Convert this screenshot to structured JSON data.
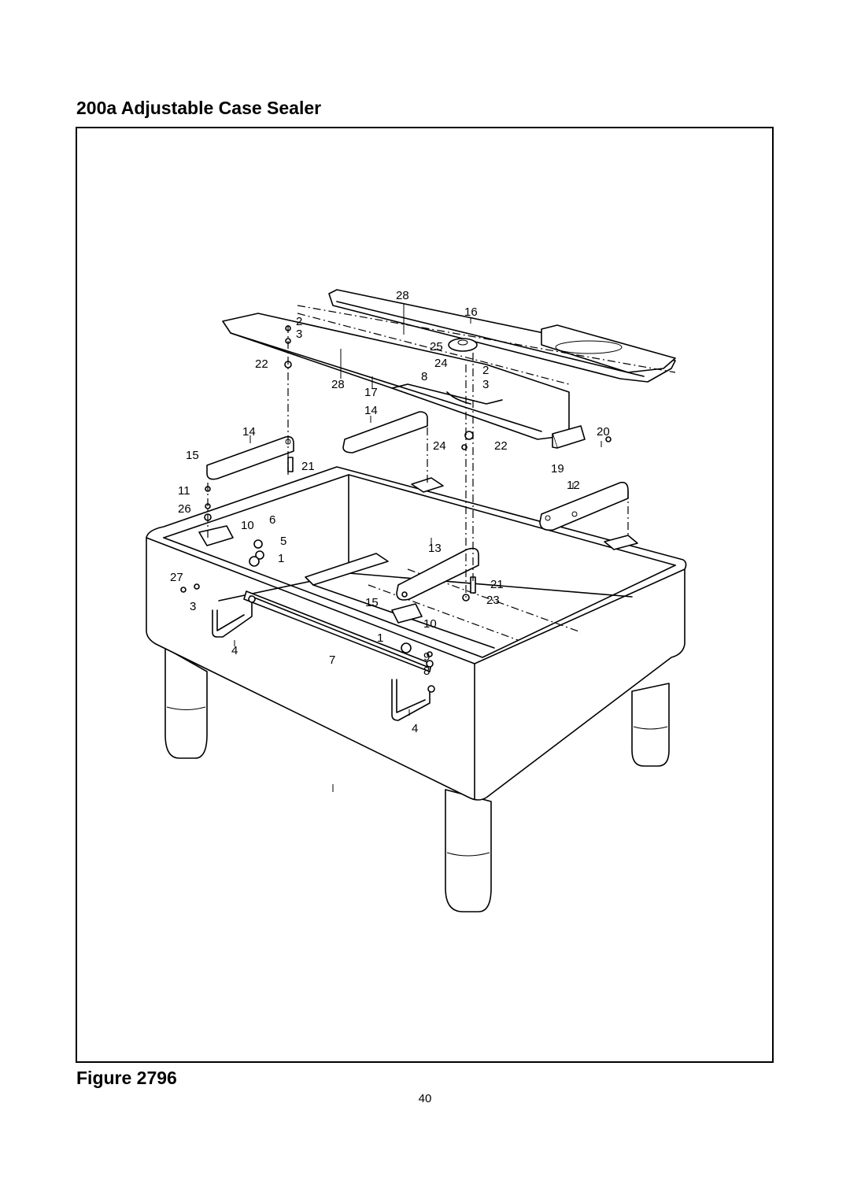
{
  "document": {
    "title": "200a Adjustable Case Sealer",
    "figure_caption": "Figure 2796",
    "page_number": "40"
  },
  "callouts": {
    "c1": "28",
    "c2": "16",
    "c3": "2",
    "c4": "3",
    "c5": "25",
    "c6": "22",
    "c7": "24",
    "c8": "2",
    "c9": "8",
    "c10": "3",
    "c11": "28",
    "c12": "17",
    "c13": "14",
    "c14": "14",
    "c15": "20",
    "c16": "24",
    "c17": "22",
    "c18": "15",
    "c19": "21",
    "c20": "19",
    "c21": "12",
    "c22": "11",
    "c23": "26",
    "c24": "10",
    "c25": "6",
    "c26": "5",
    "c27": "1",
    "c28": "13",
    "c29": "27",
    "c30": "21",
    "c31": "3",
    "c32": "15",
    "c33": "23",
    "c34": "10",
    "c35": "1",
    "c36": "9",
    "c37": "4",
    "c38": "7",
    "c39": "8",
    "c40": "4"
  }
}
